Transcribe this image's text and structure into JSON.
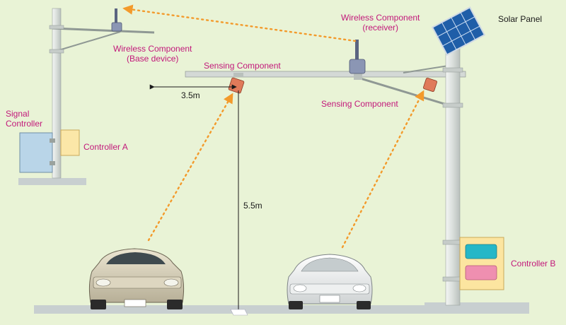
{
  "labels": {
    "wireless_base_line1": "Wireless Component",
    "wireless_base_line2": "(Base device)",
    "wireless_recv_line1": "Wireless Component",
    "wireless_recv_line2": "(receiver)",
    "solar_panel": "Solar Panel",
    "sensing_left": "Sensing Component",
    "sensing_right": "Sensing Component",
    "signal_controller_line1": "Signal",
    "signal_controller_line2": "Controller",
    "controller_a": "Controller A",
    "controller_b": "Controller B",
    "dim_horizontal": "3.5m",
    "dim_vertical": "5.5m"
  },
  "colors": {
    "background": "#e9f3d6",
    "label_accent": "#c2187a",
    "signal_arrow": "#f39a2b",
    "pole": "#dfe3e0",
    "ground": "#c8cfd0",
    "controller_a_box": "#fbe7a8",
    "controller_b_box": "#fce5a0",
    "signal_controller_box": "#b9d5e8",
    "sensor": "#e07a5a",
    "wireless_unit": "#8b96b4"
  }
}
